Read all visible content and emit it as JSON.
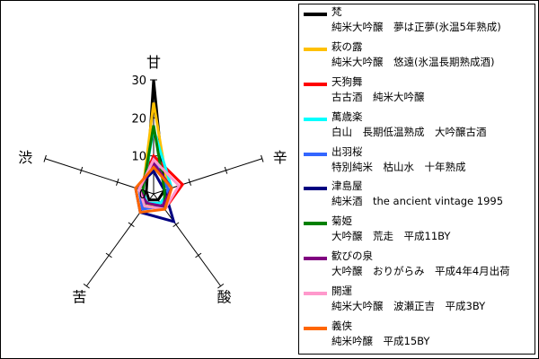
{
  "chart_data": {
    "type": "radar",
    "axes": [
      "甘",
      "辛",
      "酸",
      "苦",
      "渋"
    ],
    "rlim": [
      0,
      30
    ],
    "ticks": [
      "0",
      "10",
      "20",
      "30"
    ],
    "legend_position": "right",
    "series": [
      {
        "name": "梵",
        "desc": "純米大吟醸　夢は正夢(氷温5年熟成)",
        "color": "#000000",
        "values": [
          30,
          3,
          2,
          2,
          2
        ]
      },
      {
        "name": "萩の露",
        "desc": "純米大吟醸　悠遠(氷温長期熟成酒)",
        "color": "#ffc000",
        "values": [
          24,
          4,
          4,
          4,
          3
        ]
      },
      {
        "name": "天狗舞",
        "desc": "古古酒　純米大吟醸",
        "color": "#ff0000",
        "values": [
          10,
          8,
          5,
          4,
          4
        ]
      },
      {
        "name": "萬歳楽",
        "desc": "白山　長期低温熟成　大吟醸古酒",
        "color": "#00ffff",
        "values": [
          17,
          5,
          3,
          3,
          3
        ]
      },
      {
        "name": "出羽桜",
        "desc": "特別純米　枯山水　十年熟成",
        "color": "#3366ff",
        "values": [
          9,
          4,
          4,
          5,
          4
        ]
      },
      {
        "name": "津島屋",
        "desc": "純米酒　the ancient vintage 1995",
        "color": "#000080",
        "values": [
          6,
          3,
          9,
          6,
          5
        ]
      },
      {
        "name": "菊姫",
        "desc": "大吟醸　荒走　平成11BY",
        "color": "#008000",
        "values": [
          18,
          3,
          5,
          4,
          3
        ]
      },
      {
        "name": "歓びの泉",
        "desc": "大吟醸　おりがらみ　平成4年4月出荷",
        "color": "#800080",
        "values": [
          8,
          5,
          4,
          3,
          4
        ]
      },
      {
        "name": "開運",
        "desc": "純米大吟醸　波瀬正吉　平成3BY",
        "color": "#ff99cc",
        "values": [
          9,
          7,
          5,
          4,
          4
        ]
      },
      {
        "name": "義侠",
        "desc": "純米吟醸　平成15BY",
        "color": "#ff6600",
        "values": [
          7,
          5,
          5,
          6,
          5
        ]
      }
    ]
  }
}
